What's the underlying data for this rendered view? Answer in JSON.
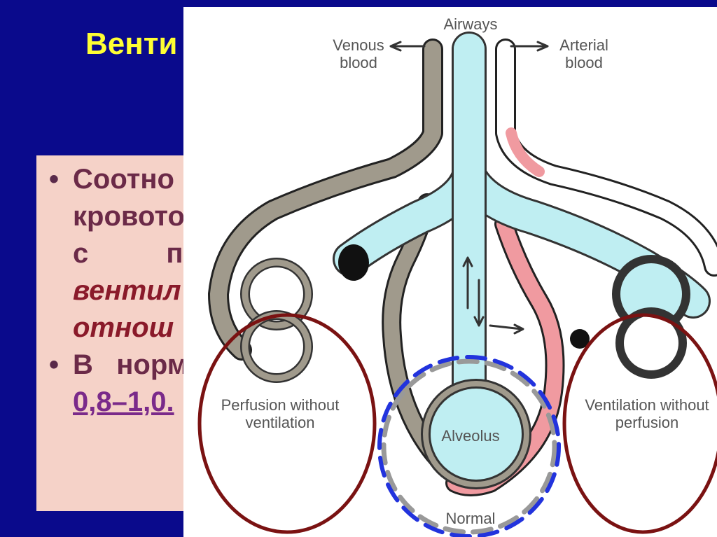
{
  "slide": {
    "title": "Венти",
    "background": "#0a0a8c",
    "title_color": "#ffff33",
    "bullets": [
      {
        "lines": [
          "Соотно",
          "кровото",
          "с          п",
          "вентил",
          "отнош"
        ]
      },
      {
        "lines": [
          "В   норм",
          "0,8–1,0."
        ]
      }
    ]
  },
  "diagram": {
    "labels": {
      "airways": "Airways",
      "venous": [
        "Venous",
        "blood"
      ],
      "arterial": [
        "Arterial",
        "blood"
      ],
      "perfusion_without_ventilation": [
        "Perfusion without",
        "ventilation"
      ],
      "ventilation_without_perfusion": [
        "Ventilation without",
        "perfusion"
      ],
      "alveolus": "Alveolus",
      "normal": "Normal"
    },
    "colors": {
      "vessel": "#a09a8c",
      "airway": "#bfeef2",
      "arterial": "#f09aa0",
      "highlight_ring": "#7a1212",
      "normal_ring": "#2233dd"
    }
  }
}
